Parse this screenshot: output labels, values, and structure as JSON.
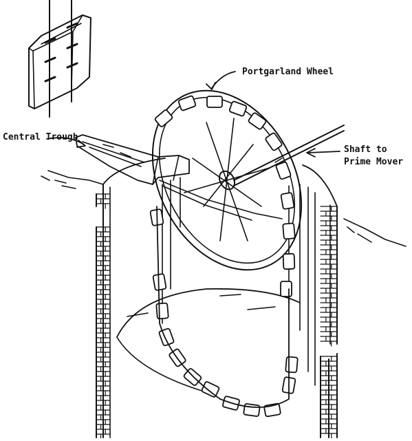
{
  "labels": {
    "wheel": "Portgarland Wheel",
    "trough": "Central Trough",
    "shaft_line1": "Shaft to",
    "shaft_line2": "Prime Mover"
  },
  "colors": {
    "ink": "#111111",
    "paper": "#ffffff"
  }
}
